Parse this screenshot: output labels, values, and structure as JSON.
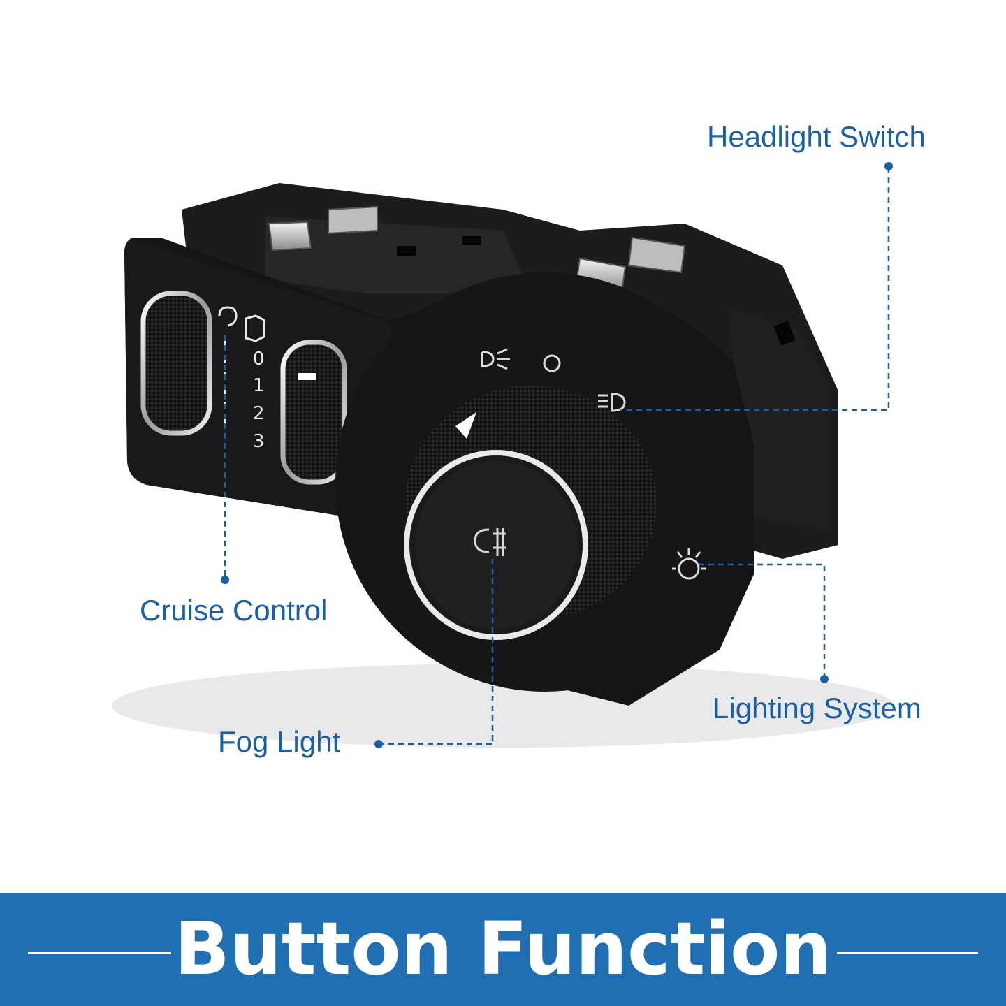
{
  "callouts": {
    "headlight_switch": "Headlight Switch",
    "cruise_control": "Cruise Control",
    "fog_light": "Fog Light",
    "lighting_system": "Lighting System"
  },
  "product": {
    "wheel_scale": [
      "0",
      "1",
      "2",
      "3"
    ],
    "knob_positions": [
      "parking-lights-icon",
      "off-icon",
      "headlights-icon"
    ],
    "knob_center_icon": "fog-light-icon",
    "side_icon": "interior-lighting-icon"
  },
  "banner": {
    "title": "Button Function"
  },
  "colors": {
    "accent": "#1a5fa3",
    "banner": "#1f6fb2",
    "housing": "#141414"
  }
}
